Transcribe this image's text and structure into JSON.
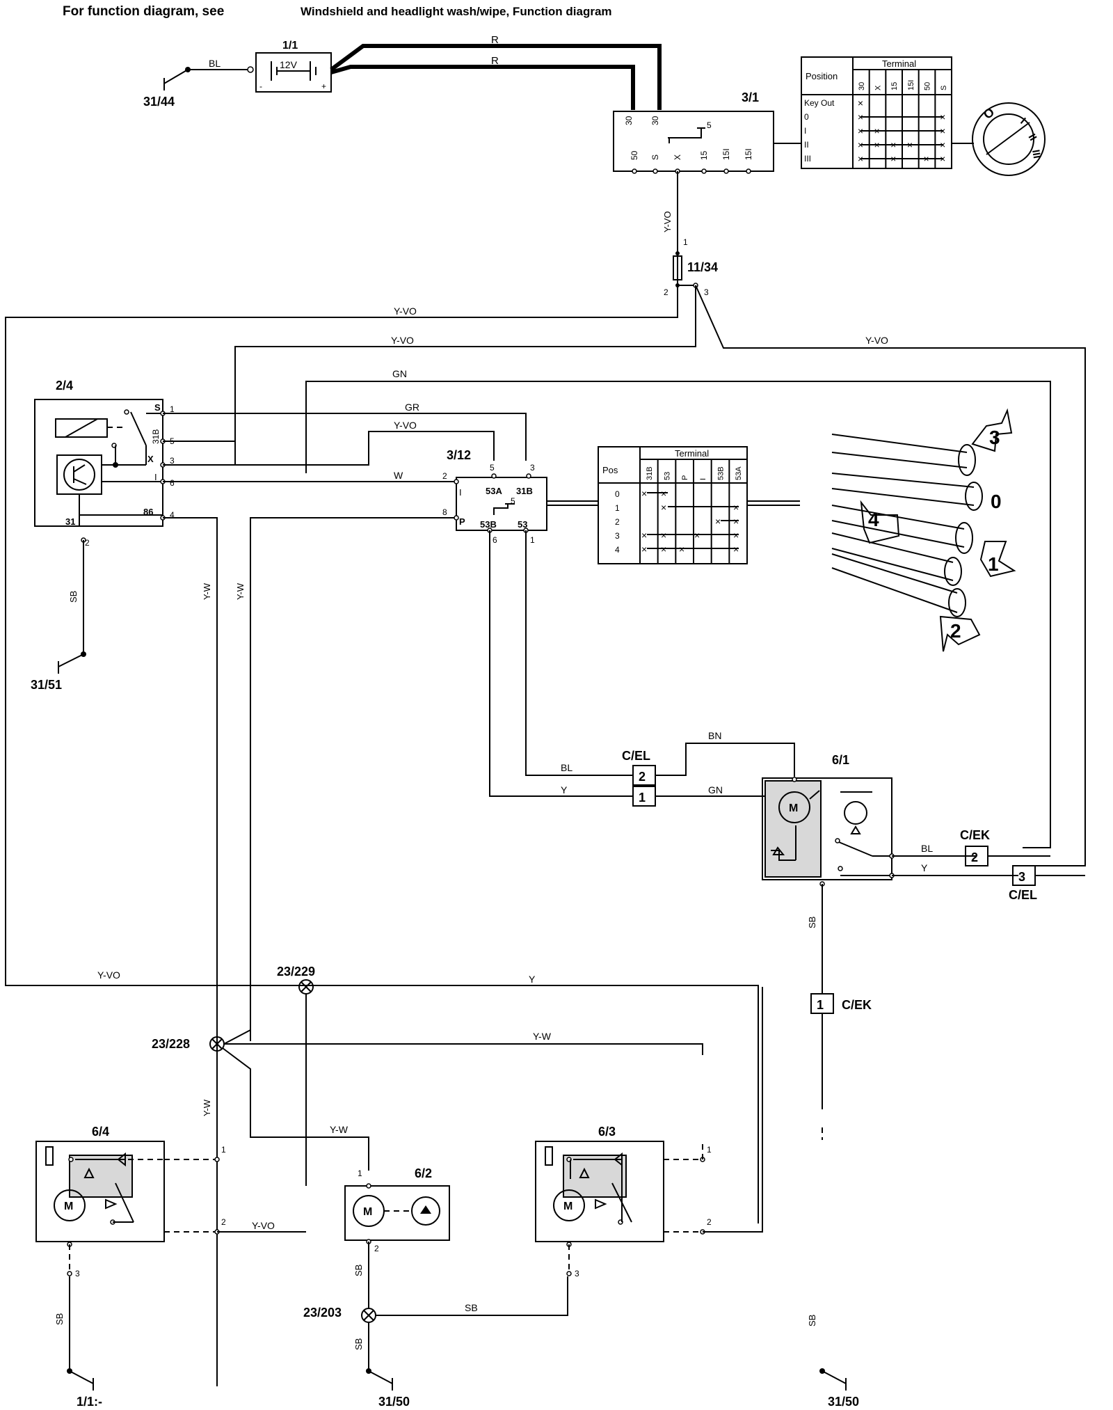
{
  "header": {
    "prefix": "For function diagram, see",
    "ref": "Windshield and headlight wash/wipe, Function diagram"
  },
  "components": {
    "battery": "1/1",
    "battery_volts": "12V",
    "battery_minus": "-",
    "battery_plus": "+",
    "ign_switch": "3/1",
    "fuse": "11/34",
    "relay": "2/4",
    "wiper_switch": "3/12",
    "wiper_motor": "6/1",
    "hl_motor_left": "6/4",
    "washer_pump": "6/2",
    "hl_motor_right": "6/3",
    "splice_229": "23/229",
    "splice_228": "23/228",
    "splice_203": "23/203",
    "conn_cel": "C/EL",
    "conn_cek": "C/EK"
  },
  "grounds": {
    "g3144": "31/44",
    "g3151": "31/51",
    "g11": "1/1:-",
    "g3150a": "31/50",
    "g3150b": "31/50"
  },
  "wire_colors": {
    "bl": "BL",
    "r": "R",
    "yvo": "Y-VO",
    "gn": "GN",
    "gr": "GR",
    "w": "W",
    "sb": "SB",
    "yw": "Y-W",
    "y": "Y",
    "bn": "BN"
  },
  "ign_table": {
    "position_header": "Position",
    "terminal_header": "Terminal",
    "columns": [
      "30",
      "X",
      "15",
      "15I",
      "50",
      "S"
    ],
    "rows": [
      "Key Out",
      "0",
      "I",
      "II",
      "III"
    ],
    "marks": [
      [
        1,
        0,
        0,
        0,
        0,
        0
      ],
      [
        1,
        0,
        0,
        0,
        0,
        1
      ],
      [
        1,
        1,
        0,
        0,
        0,
        1
      ],
      [
        1,
        1,
        1,
        1,
        0,
        1
      ],
      [
        1,
        0,
        1,
        0,
        1,
        1
      ]
    ]
  },
  "ign_pins": {
    "top": [
      "30",
      "30"
    ],
    "inner": "5",
    "bottom": [
      "50",
      "S",
      "X",
      "15",
      "15I",
      "15I"
    ]
  },
  "fuse_pins": [
    "1",
    "2",
    "3"
  ],
  "relay_pins": {
    "s": "S",
    "b31": "31B",
    "x": "X",
    "i": "I",
    "p31": "31",
    "p86": "86",
    "n1": "1",
    "n5": "5",
    "n3": "3",
    "n6": "6",
    "n4": "4",
    "n2": "2"
  },
  "switch_pins": {
    "a53": "53A",
    "b31": "31B",
    "i": "I",
    "p": "P",
    "b53": "53B",
    "p53": "53",
    "inner": "5",
    "n5": "5",
    "n3": "3",
    "n2": "2",
    "n8": "8",
    "n6": "6",
    "n1": "1"
  },
  "wiper_table": {
    "pos_header": "Pos",
    "terminal_header": "Terminal",
    "columns": [
      "31B",
      "53",
      "P",
      "I",
      "53B",
      "53A"
    ],
    "rows": [
      "0",
      "1",
      "2",
      "3",
      "4"
    ]
  },
  "stalk_positions": [
    "3",
    "0",
    "4",
    "1",
    "2"
  ],
  "motor_symbol": "M",
  "connector_pins": {
    "cel2": "2",
    "cel1": "1",
    "cek2": "2",
    "cel3": "3",
    "cek1": "1"
  },
  "motor_pins": {
    "p1": "1",
    "p2": "2",
    "p3": "3"
  }
}
